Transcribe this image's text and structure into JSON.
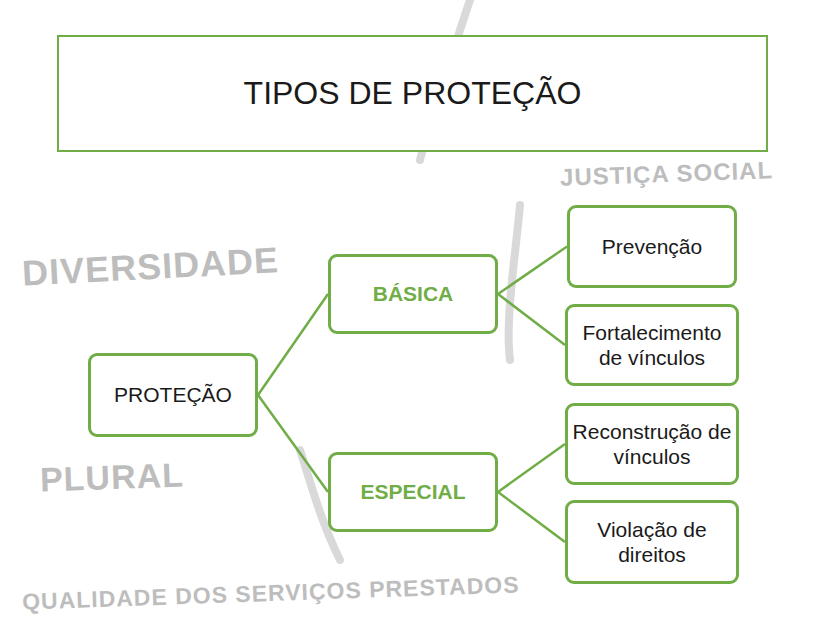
{
  "diagram": {
    "title": "TIPOS DE PROTEÇÃO",
    "nodes": [
      {
        "text": [
          "PROTEÇÃO"
        ]
      },
      {
        "text": [
          "BÁSICA"
        ]
      },
      {
        "text": [
          "ESPECIAL"
        ]
      },
      {
        "text": [
          "Prevenção"
        ]
      },
      {
        "text": [
          "Fortalecimento de vínculos"
        ]
      },
      {
        "text": [
          "Reconstrução de vínculos"
        ]
      },
      {
        "text": [
          "Violação de direitos"
        ]
      }
    ],
    "edges": [
      {
        "from": 0,
        "to": 1,
        "arrow": "none"
      },
      {
        "from": 0,
        "to": 2,
        "arrow": "none"
      },
      {
        "from": 1,
        "to": 3,
        "arrow": "none"
      },
      {
        "from": 1,
        "to": 4,
        "arrow": "none"
      },
      {
        "from": 2,
        "to": 5,
        "arrow": "none"
      },
      {
        "from": 2,
        "to": 6,
        "arrow": "none"
      }
    ],
    "labels": [
      "DIVERSIDADE",
      "JUSTIÇA SOCIAL",
      "PLURAL",
      "QUALIDADE DOS SERVIÇOS PRESTADOS"
    ]
  }
}
